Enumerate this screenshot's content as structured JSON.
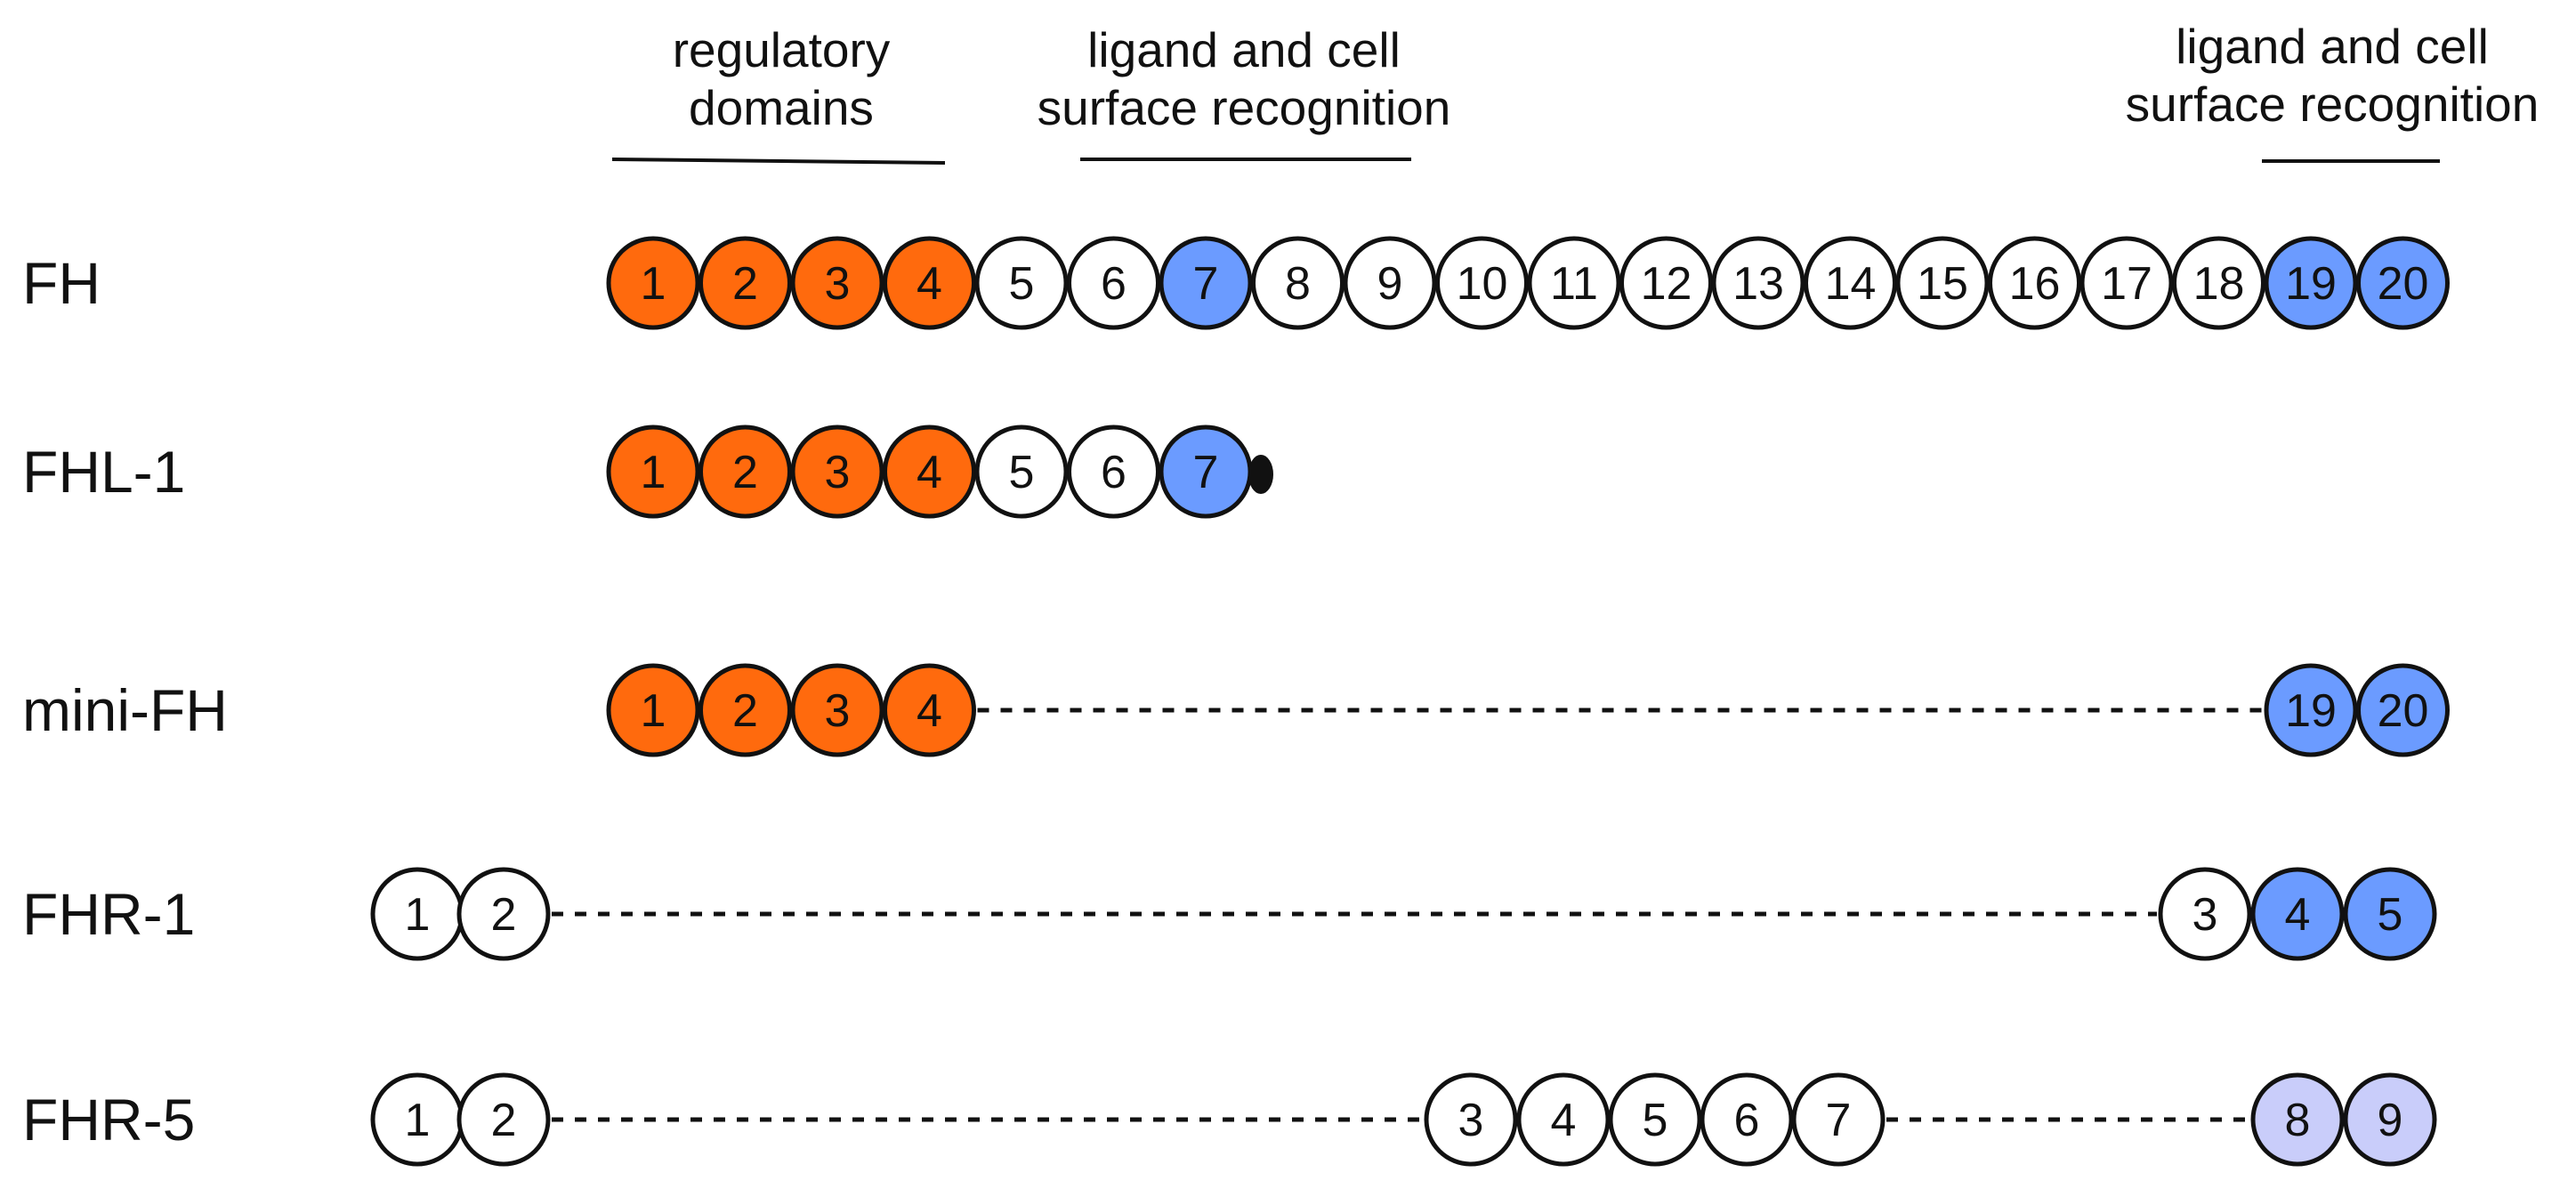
{
  "colors": {
    "orange": "#ff6a0d",
    "blue": "#6b9bff",
    "lavender": "#c9cdfa",
    "white": "#ffffff",
    "outline": "#111111"
  },
  "headers": [
    {
      "id": "regulatory",
      "lines": [
        "regulatory",
        "domains"
      ]
    },
    {
      "id": "ligand-1",
      "lines": [
        "ligand and cell",
        "surface recognition"
      ]
    },
    {
      "id": "ligand-2",
      "lines": [
        "ligand and cell",
        "surface recognition"
      ]
    }
  ],
  "rows": [
    {
      "label": "FH",
      "domains": [
        {
          "n": "1",
          "c": "orange"
        },
        {
          "n": "2",
          "c": "orange"
        },
        {
          "n": "3",
          "c": "orange"
        },
        {
          "n": "4",
          "c": "orange"
        },
        {
          "n": "5",
          "c": "white"
        },
        {
          "n": "6",
          "c": "white"
        },
        {
          "n": "7",
          "c": "blue"
        },
        {
          "n": "8",
          "c": "white"
        },
        {
          "n": "9",
          "c": "white"
        },
        {
          "n": "10",
          "c": "white"
        },
        {
          "n": "11",
          "c": "white"
        },
        {
          "n": "12",
          "c": "white"
        },
        {
          "n": "13",
          "c": "white"
        },
        {
          "n": "14",
          "c": "white"
        },
        {
          "n": "15",
          "c": "white"
        },
        {
          "n": "16",
          "c": "white"
        },
        {
          "n": "17",
          "c": "white"
        },
        {
          "n": "18",
          "c": "white"
        },
        {
          "n": "19",
          "c": "blue"
        },
        {
          "n": "20",
          "c": "blue"
        }
      ]
    },
    {
      "label": "FHL-1",
      "domains": [
        {
          "n": "1",
          "c": "orange"
        },
        {
          "n": "2",
          "c": "orange"
        },
        {
          "n": "3",
          "c": "orange"
        },
        {
          "n": "4",
          "c": "orange"
        },
        {
          "n": "5",
          "c": "white"
        },
        {
          "n": "6",
          "c": "white"
        },
        {
          "n": "7",
          "c": "blue"
        }
      ]
    },
    {
      "label": "mini-FH",
      "domains": [
        {
          "n": "1",
          "c": "orange"
        },
        {
          "n": "2",
          "c": "orange"
        },
        {
          "n": "3",
          "c": "orange"
        },
        {
          "n": "4",
          "c": "orange"
        },
        {
          "n": "19",
          "c": "blue"
        },
        {
          "n": "20",
          "c": "blue"
        }
      ]
    },
    {
      "label": "FHR-1",
      "domains": [
        {
          "n": "1",
          "c": "white"
        },
        {
          "n": "2",
          "c": "white"
        },
        {
          "n": "3",
          "c": "white"
        },
        {
          "n": "4",
          "c": "blue"
        },
        {
          "n": "5",
          "c": "blue"
        }
      ]
    },
    {
      "label": "FHR-5",
      "domains": [
        {
          "n": "1",
          "c": "white"
        },
        {
          "n": "2",
          "c": "white"
        },
        {
          "n": "3",
          "c": "white"
        },
        {
          "n": "4",
          "c": "white"
        },
        {
          "n": "5",
          "c": "white"
        },
        {
          "n": "6",
          "c": "white"
        },
        {
          "n": "7",
          "c": "white"
        },
        {
          "n": "8",
          "c": "lavender"
        },
        {
          "n": "9",
          "c": "lavender"
        }
      ]
    }
  ]
}
